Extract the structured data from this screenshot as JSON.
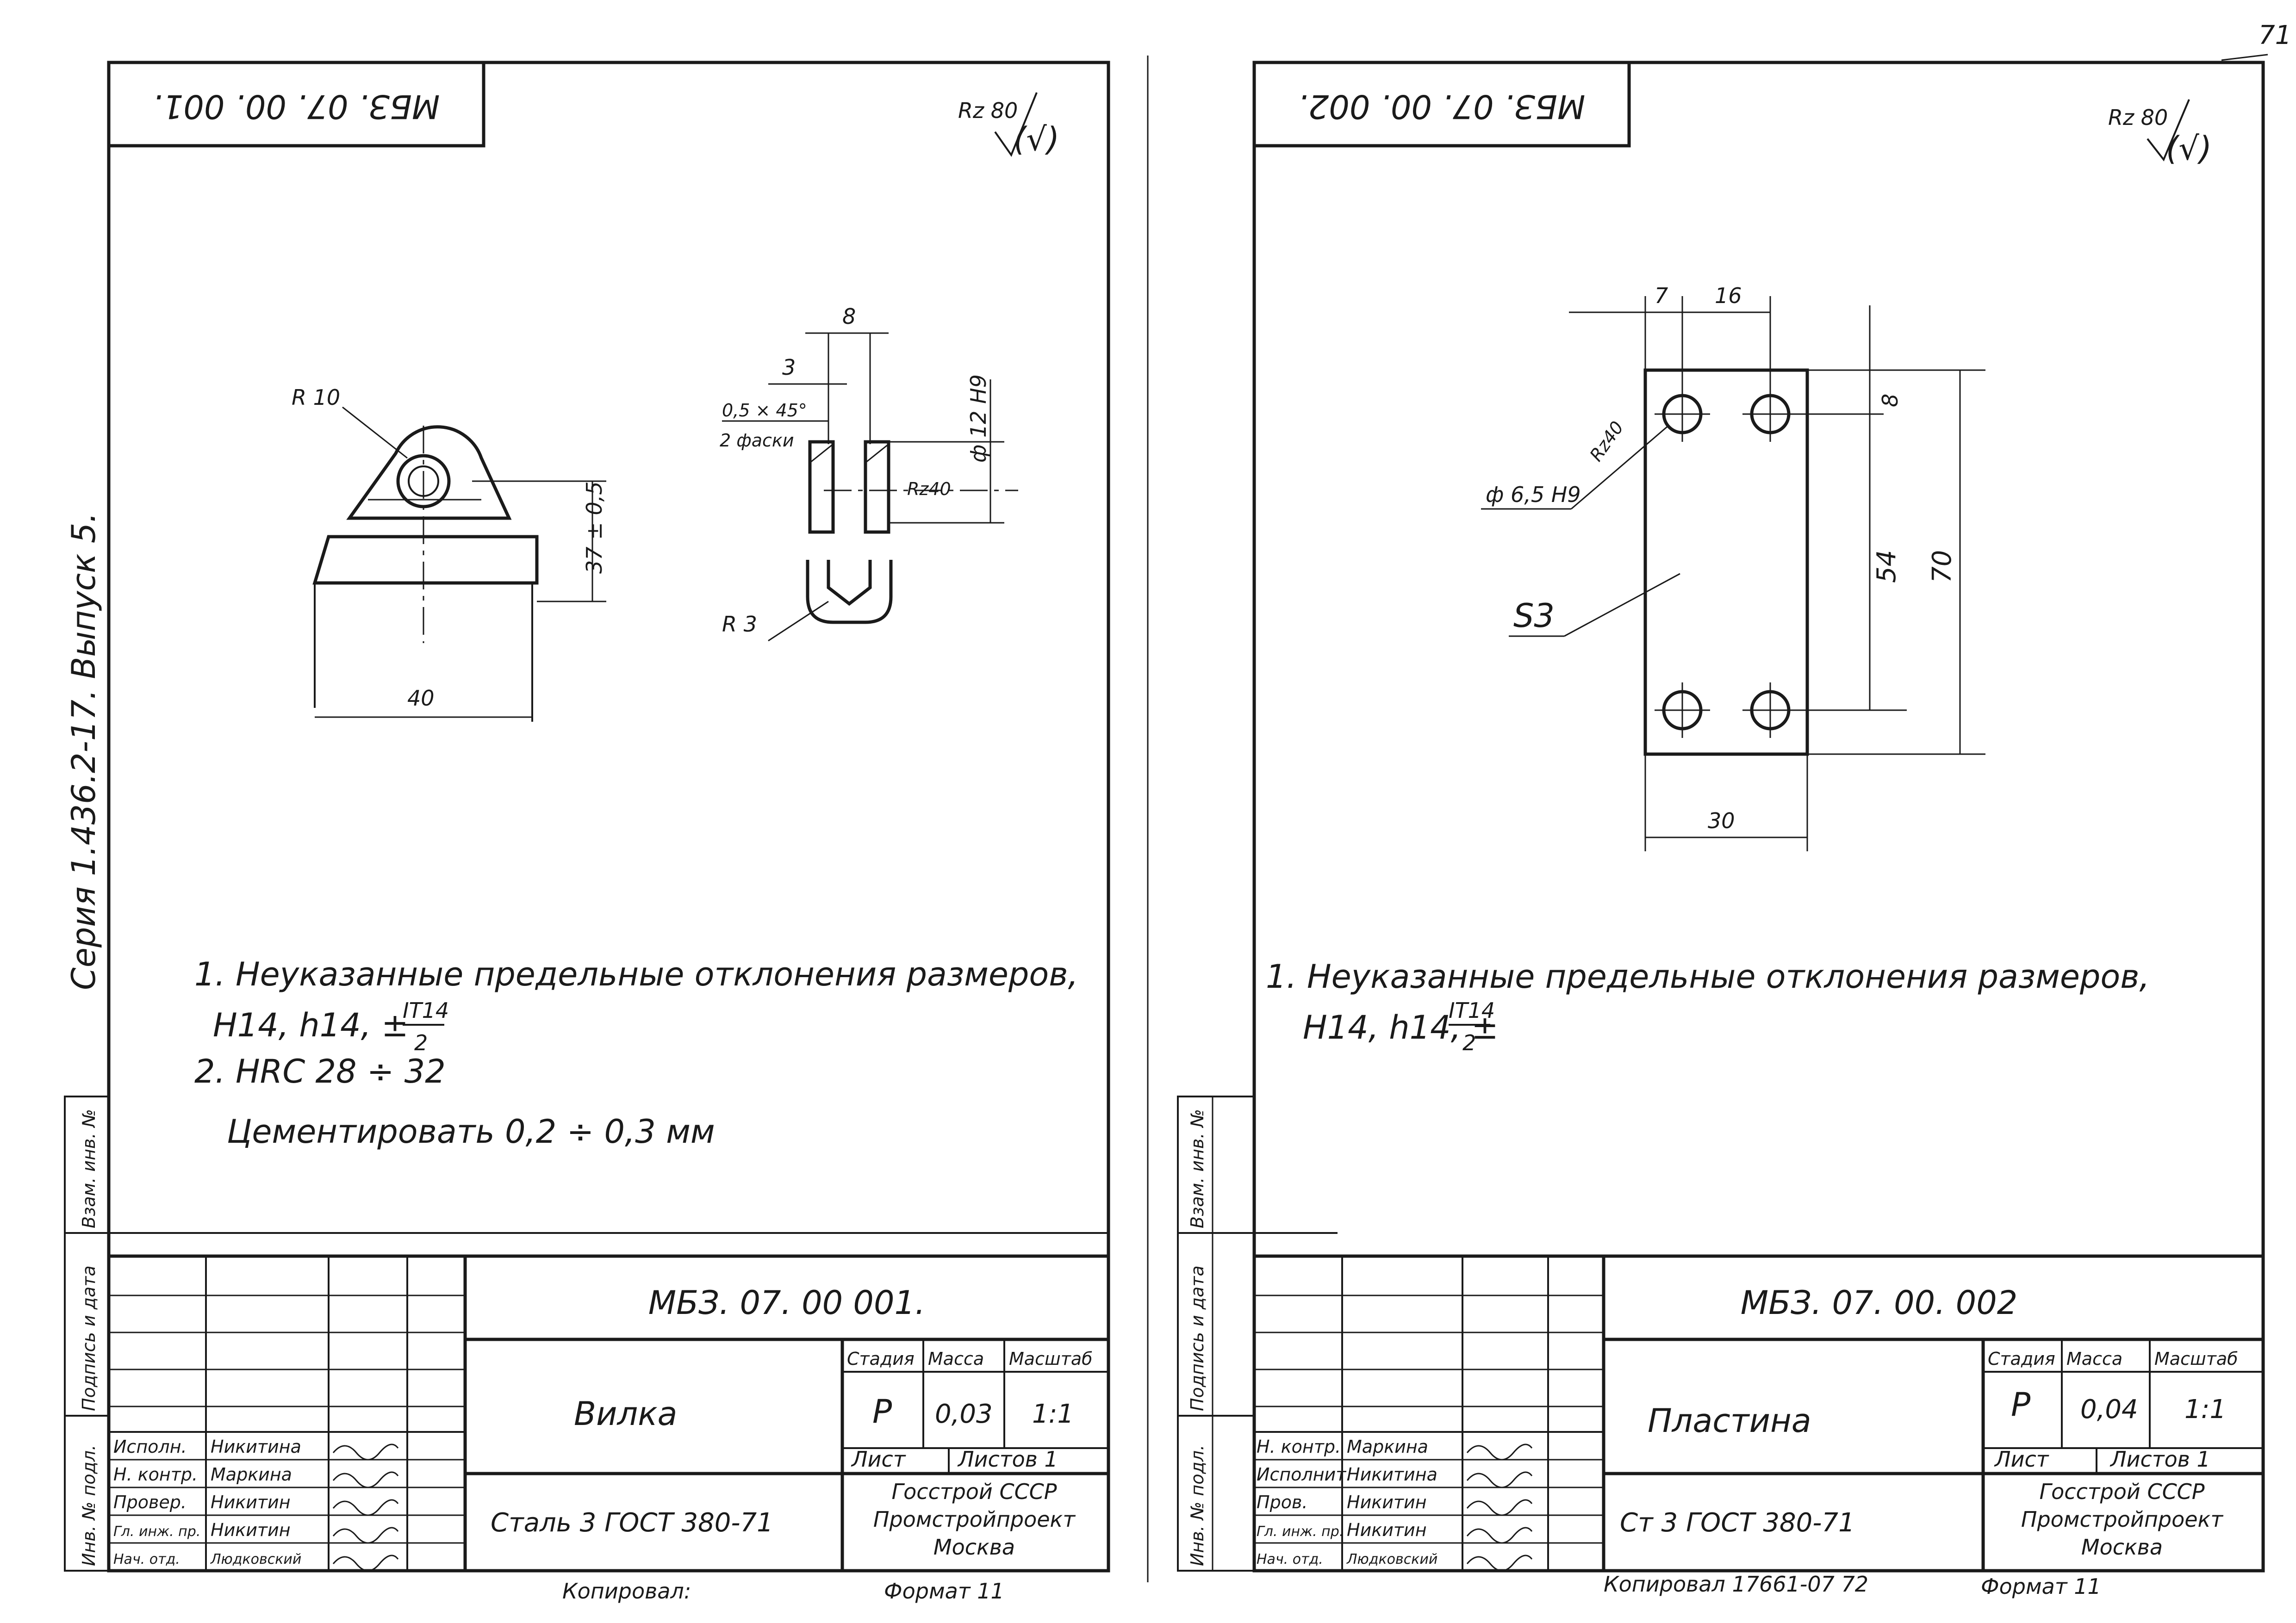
{
  "page_number": "71",
  "series_label": "Серия   1.436.2-17.  Выпуск 5.",
  "side_labels": {
    "inv_podl": "Инв. № подл.",
    "podpis_data": "Подпись и дата",
    "vzam_inv": "Взам. инв. №"
  },
  "sheets": [
    {
      "stamp_code": "МБЗ. 07. 00. 001.",
      "roughness": "Rz 80",
      "dimensions": {
        "r10": "R 10",
        "d8": "8",
        "d3": "3",
        "chamfer": "0,5 × 45°",
        "chamfer_count": "2 фаски",
        "bore": "ф 12 Н9",
        "rz40": "Rz40",
        "h37": "37 ± 0,5",
        "r3": "R 3",
        "w40": "40"
      },
      "notes": [
        "1. Неуказанные предельные отклонения размеров,",
        "Н14, h14, ±",
        "2. HRC  28 ÷ 32",
        "Цементировать  0,2 ÷ 0,3 мм"
      ],
      "fraction_num": "IT14",
      "fraction_den": "2",
      "title_block": {
        "code": "МБЗ. 07. 00 001.",
        "name": "Вилка",
        "material": "Сталь 3 ГОСТ 380-71",
        "h_stadia": "Стадия",
        "h_massa": "Масса",
        "h_masshtab": "Масштаб",
        "stadia": "Р",
        "massa": "0,03",
        "masshtab": "1:1",
        "list_label": "Лист",
        "listov_label": "Листов 1",
        "org1": "Госстрой СССР",
        "org2": "Промстройпроект",
        "org3": "Москва",
        "roles": [
          "Исполн.",
          "Н. контр.",
          "Провер.",
          "Гл. инж. пр.",
          "Нач. отд."
        ],
        "names": [
          "Никитина",
          "Маркина",
          "Никитин",
          "Никитин",
          "Людковский"
        ],
        "dates": [
          "",
          "",
          "",
          "",
          ""
        ]
      },
      "footer_copied": "Копировал:",
      "footer_format": "Формат  11"
    },
    {
      "stamp_code": "МБЗ. 07. 00. 002.",
      "roughness": "Rz 80",
      "dimensions": {
        "d7": "7",
        "d16": "16",
        "d8": "8",
        "rz40": "Rz40",
        "hole": "ф 6,5 Н9",
        "d54": "54",
        "d70": "70",
        "s3": "S3",
        "w30": "30"
      },
      "notes": [
        "1. Неуказанные предельные отклонения размеров,",
        "Н14, h14, ±"
      ],
      "fraction_num": "IT14",
      "fraction_den": "2",
      "title_block": {
        "code": "МБЗ. 07. 00. 002",
        "name": "Пластина",
        "material": "Ст 3   ГОСТ   380-71",
        "h_stadia": "Стадия",
        "h_massa": "Масса",
        "h_masshtab": "Масштаб",
        "stadia": "Р",
        "massa": "0,04",
        "masshtab": "1:1",
        "list_label": "Лист",
        "listov_label": "Листов 1",
        "org1": "Госстрой СССР",
        "org2": "Промстройпроект",
        "org3": "Москва",
        "roles": [
          "Н. контр.",
          "Исполнит.",
          "Пров.",
          "Гл. инж. пр.",
          "Нач. отд."
        ],
        "names": [
          "Маркина",
          "Никитина",
          "Никитин",
          "Никитин",
          "Людковский"
        ],
        "dates": [
          "",
          "",
          "",
          "",
          ""
        ]
      },
      "footer_copied": "Копировал  17661-07  72",
      "footer_format": "Формат  11"
    }
  ]
}
